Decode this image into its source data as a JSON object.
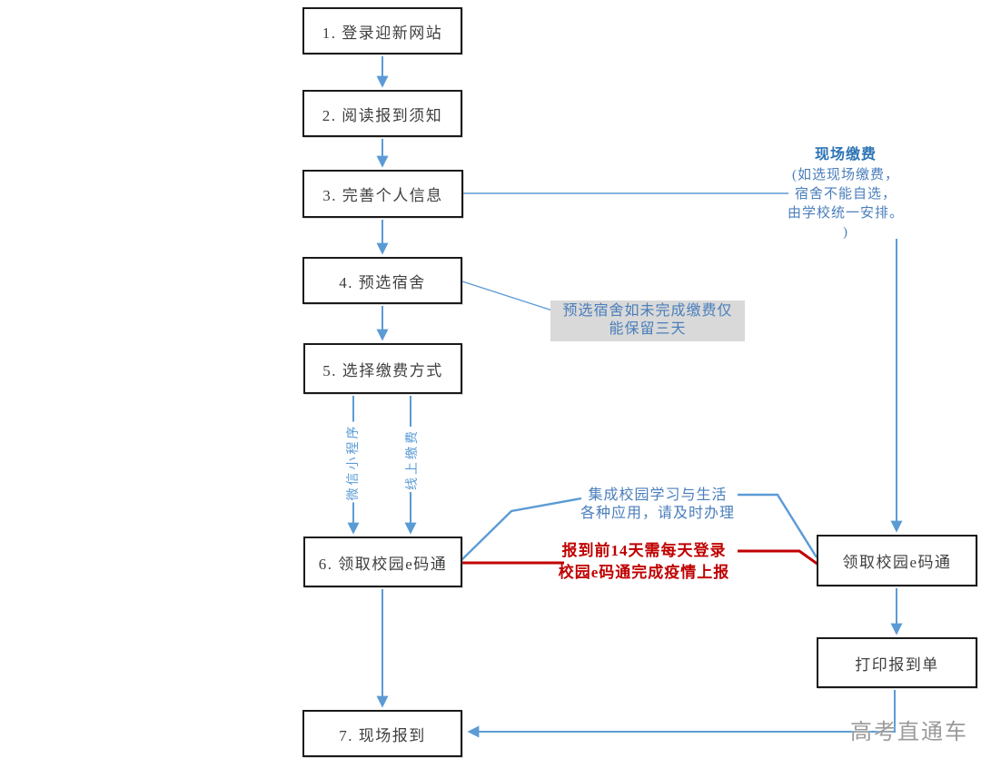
{
  "diagram": {
    "steps": [
      {
        "label": "1. 登录迎新网站"
      },
      {
        "label": "2. 阅读报到须知"
      },
      {
        "label": "3. 完善个人信息"
      },
      {
        "label": "4. 预选宿舍"
      },
      {
        "label": "5. 选择缴费方式"
      },
      {
        "label": "6. 领取校园e码通"
      },
      {
        "label": "7. 现场报到"
      }
    ],
    "payment_branch_labels": {
      "wechat": "微信小程序",
      "online": "线上缴费"
    },
    "onsite_branch": {
      "title": "现场缴费",
      "note_lines": [
        {
          "text": "(如选现场缴费，"
        },
        {
          "text": "宿舍不能自选，"
        },
        {
          "text": "由学校统一安排。"
        },
        {
          "text": ")"
        }
      ],
      "step_receive_ecode": "领取校园e码通",
      "step_print_slip": "打印报到单"
    },
    "dorm_callout": {
      "lines": [
        {
          "text": "预选宿舍如未完成缴费仅"
        },
        {
          "text": "能保留三天"
        }
      ]
    },
    "ecode_note": {
      "lines": [
        {
          "text": "集成校园学习与生活"
        },
        {
          "text": "各种应用，请及时办理"
        }
      ]
    },
    "covid_warning": {
      "lines": [
        {
          "text": "报到前14天需每天登录"
        },
        {
          "text": "校园e码通完成疫情上报"
        }
      ]
    },
    "watermark": "高考直通车",
    "colors": {
      "connector_blue": "#5B9BD5",
      "note_text_blue": "#4A7EBB",
      "branch_title_blue": "#2E74B5",
      "warning_red": "#C00000",
      "callout_bg": "#D9D9D9",
      "box_border": "#1A1A1A",
      "box_text": "#3F3F3F",
      "watermark_gray": "#9A9A9A"
    }
  }
}
